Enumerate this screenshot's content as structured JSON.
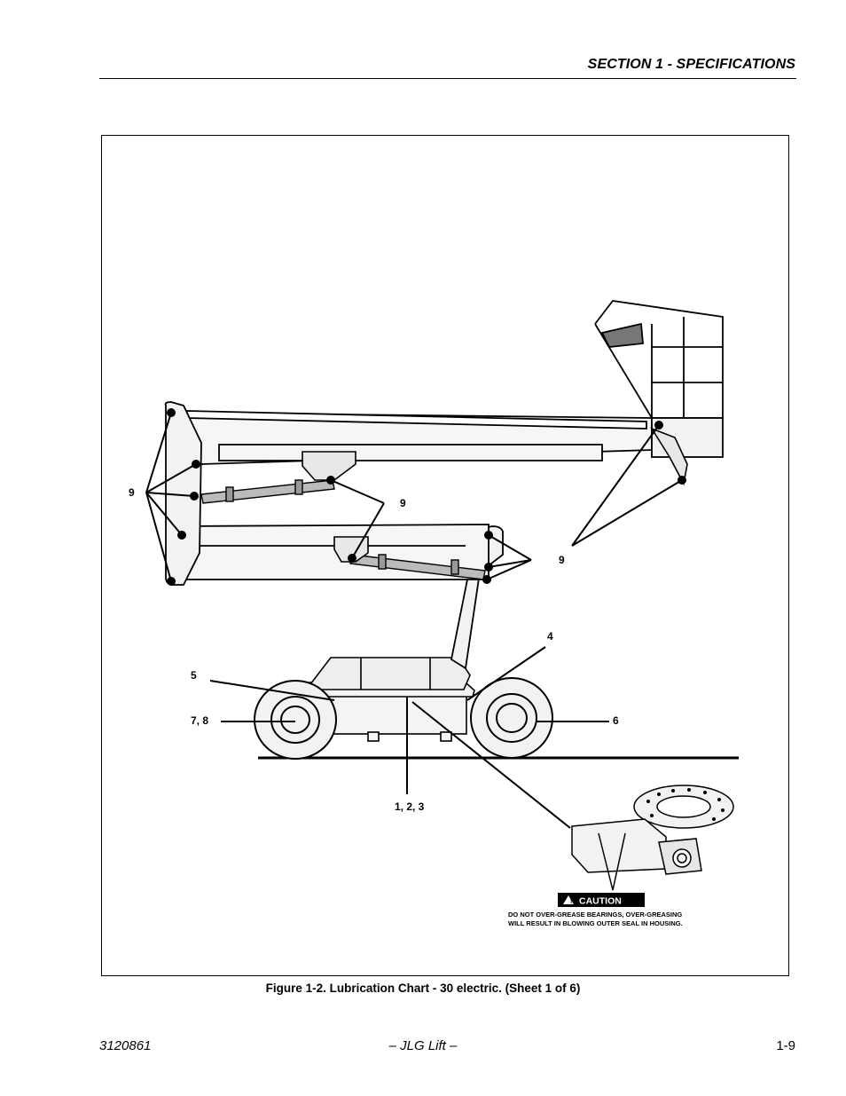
{
  "header": {
    "section_title": "SECTION 1 - SPECIFICATIONS"
  },
  "figure": {
    "callouts": {
      "boom_pivots_left": "9",
      "boom_cylinder_pins": "9",
      "riser_pivots": "9",
      "swing_bearing_item": "4",
      "swing_drive_item": "5",
      "wheel_drive_left": "7, 8",
      "wheel_drive_right": "6",
      "swing_bearing_grease": "1, 2, 3"
    },
    "caution": {
      "badge": "CAUTION",
      "line1": "DO NOT OVER-GREASE BEARINGS, OVER-GREASING",
      "line2": "WILL RESULT IN BLOWING OUTER SEAL IN HOUSING."
    },
    "caption": "Figure 1-2.  Lubrication Chart - 30 electric. (Sheet 1 of 6)"
  },
  "footer": {
    "doc_number": "3120861",
    "publisher": "– JLG Lift –",
    "page": "1-9"
  }
}
